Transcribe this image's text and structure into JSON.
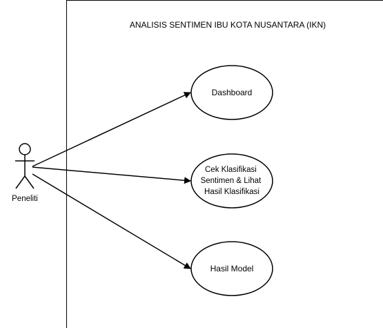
{
  "system": {
    "title": "ANALISIS SENTIMEN IBU KOTA NUSANTARA (IKN)"
  },
  "actor": {
    "label": "Peneliti"
  },
  "use_cases": [
    {
      "lines": [
        "Dashboard"
      ]
    },
    {
      "lines": [
        "Cek Klasifikasi",
        "Sentimen & Lihat",
        "Hasil Klasifikasi"
      ]
    },
    {
      "lines": [
        "Hasil Model"
      ]
    }
  ]
}
